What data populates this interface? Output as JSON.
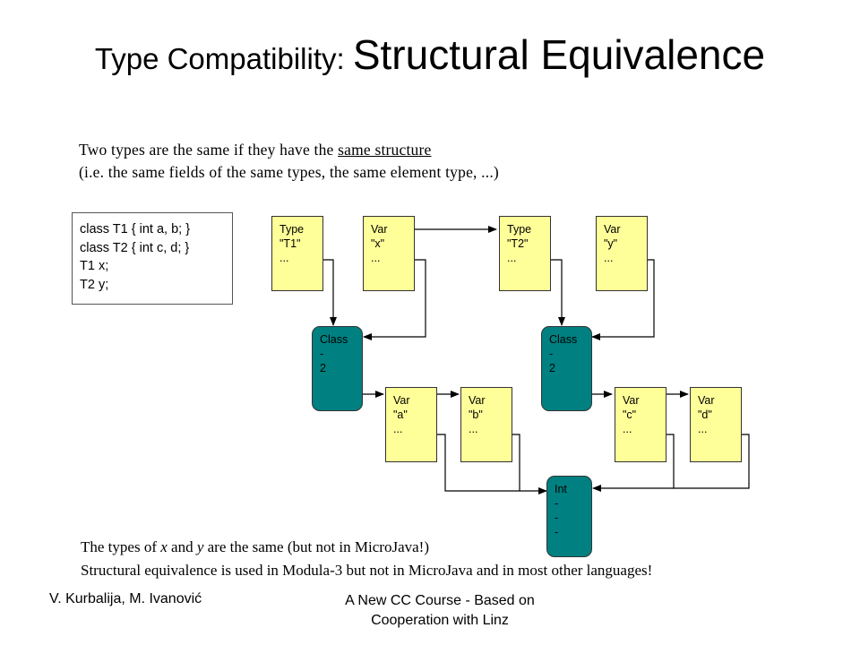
{
  "title": {
    "part1": "Type Compatibility: ",
    "part2": "Structural Equivalence"
  },
  "intro": {
    "line1_prefix": "Two types are the same if they have the ",
    "line1_underlined": "same structure",
    "line2": "(i.e. the same fields of the same types, the same element type, ...)"
  },
  "code": [
    "class T1 { int a, b; }",
    "class T2 { int c, d; }",
    "T1 x;",
    "T2 y;"
  ],
  "nodes": {
    "type_t1": [
      "Type",
      "\"T1\"",
      "",
      "..."
    ],
    "var_x": [
      "Var",
      "\"x\"",
      "",
      "..."
    ],
    "type_t2": [
      "Type",
      "\"T2\"",
      "",
      "..."
    ],
    "var_y": [
      "Var",
      "\"y\"",
      "",
      "..."
    ],
    "class1": [
      "Class",
      "-",
      "2"
    ],
    "class2": [
      "Class",
      "-",
      "2"
    ],
    "var_a": [
      "Var",
      "\"a\"",
      "",
      "..."
    ],
    "var_b": [
      "Var",
      "\"b\"",
      "",
      "..."
    ],
    "var_c": [
      "Var",
      "\"c\"",
      "",
      "..."
    ],
    "var_d": [
      "Var",
      "\"d\"",
      "",
      "..."
    ],
    "int": [
      "Int",
      "-",
      "-",
      "-"
    ]
  },
  "bottom": {
    "line1_a": "The types of ",
    "line1_x": "x",
    "line1_b": " and ",
    "line1_y": "y",
    "line1_c": " are the same (but not in MicroJava!)",
    "line2": "Structural equivalence is used in Modula-3 but not in MicroJava and in most other languages!"
  },
  "footer": {
    "authors": "V. Kurbalija, M. Ivanović",
    "course": "A New CC Course - Based on Cooperation with Linz"
  },
  "colors": {
    "node_yellow": "#ffff99",
    "node_teal": "#008080"
  }
}
